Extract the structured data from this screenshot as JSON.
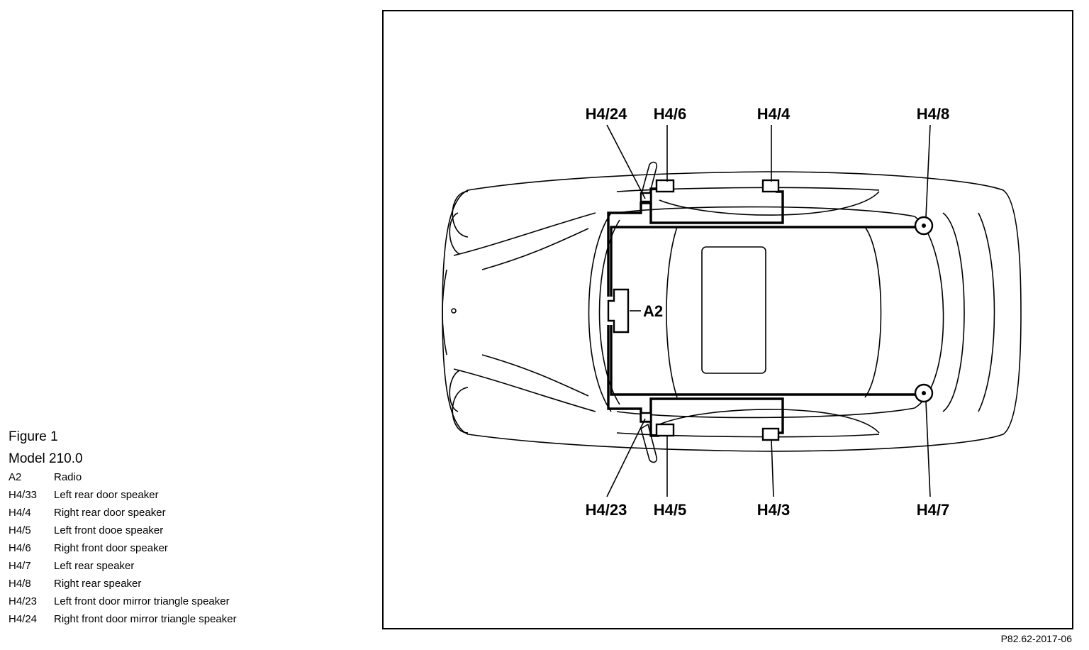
{
  "legend": {
    "title": "Figure 1",
    "model": "Model 210.0",
    "items": [
      {
        "code": "A2",
        "desc": "Radio"
      },
      {
        "code": "H4/33",
        "desc": "Left rear door speaker"
      },
      {
        "code": "H4/4",
        "desc": "Right rear door speaker"
      },
      {
        "code": "H4/5",
        "desc": "Left front dooe speaker"
      },
      {
        "code": "H4/6",
        "desc": "Right front door speaker"
      },
      {
        "code": "H4/7",
        "desc": "Left rear speaker"
      },
      {
        "code": "H4/8",
        "desc": "Right rear speaker"
      },
      {
        "code": "H4/23",
        "desc": "Left front door mirror triangle speaker"
      },
      {
        "code": "H4/24",
        "desc": "Right front door mirror triangle speaker"
      }
    ]
  },
  "diagram": {
    "labels": {
      "h4_24": "H4/24",
      "h4_6": "H4/6",
      "h4_4": "H4/4",
      "h4_8": "H4/8",
      "a2": "A2",
      "h4_23": "H4/23",
      "h4_5": "H4/5",
      "h4_3": "H4/3",
      "h4_7": "H4/7"
    }
  },
  "reference": "P82.62-2017-06"
}
